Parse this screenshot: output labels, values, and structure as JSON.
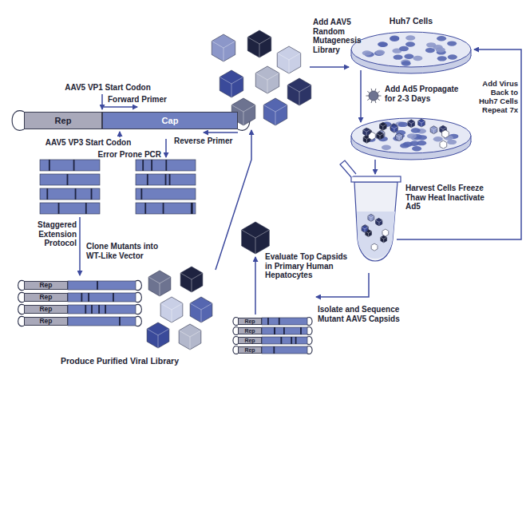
{
  "diagram": {
    "nodes": [
      {
        "text": [
          "Rep"
        ]
      },
      {
        "text": [
          "Cap"
        ]
      },
      {
        "text": [
          "Rep"
        ]
      },
      {
        "text": [
          "Rep"
        ]
      },
      {
        "text": [
          "Rep"
        ]
      },
      {
        "text": [
          "Rep"
        ]
      },
      {
        "text": [
          "Rep"
        ]
      },
      {
        "text": [
          "Rep"
        ]
      },
      {
        "text": [
          "Rep"
        ]
      },
      {
        "text": [
          "Rep"
        ]
      }
    ],
    "labels": [
      "AAV5 VP1 Start Codon",
      "Forward Primer",
      "Reverse Primer",
      "AAV5 VP3 Start Codon",
      "Error Prone PCR",
      "Staggered Extension Protocol",
      "Clone Mutants into WT-Like Vector",
      "Produce Purified Viral Library",
      "Add AAV5 Random Mutagenesis Library",
      "Huh7 Cells",
      "Add Ad5 Propagate for 2-3 Days",
      "Harvest Cells Freeze Thaw Heat Inactivate Ad5",
      "Add Virus Back to Huh7 Cells Repeat 7x",
      "Isolate and Sequence Mutant AAV5 Capsids",
      "Evaluate Top Capsids in Primary Human Hepatocytes"
    ]
  }
}
